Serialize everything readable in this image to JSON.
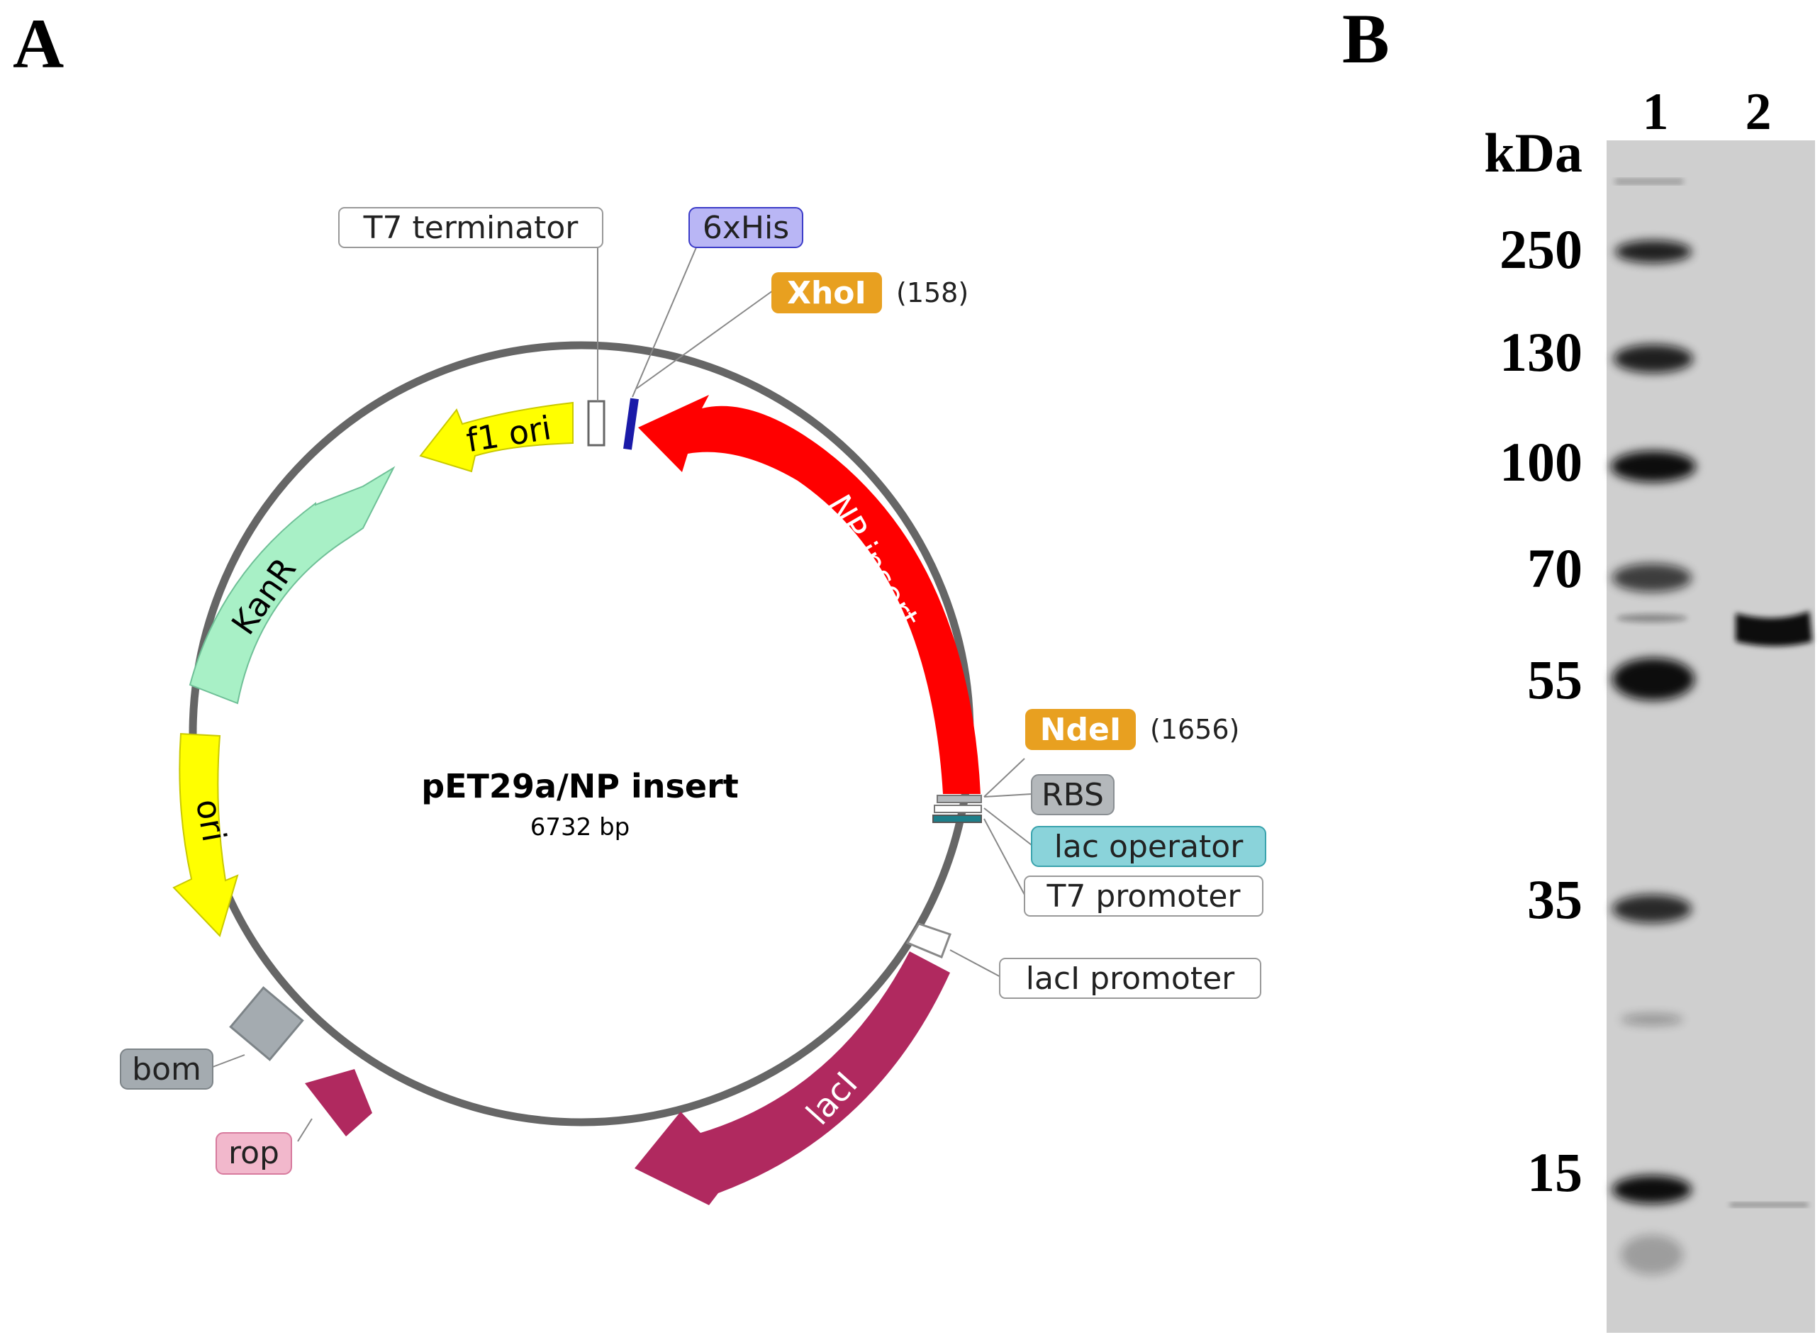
{
  "panels": {
    "a": {
      "letter": "A"
    },
    "b": {
      "letter": "B"
    }
  },
  "plasmid": {
    "name": "pET29a/NP insert",
    "size": "6732 bp",
    "features": [
      {
        "id": "np",
        "label": "NP insert",
        "color": "#ff0000",
        "text_color": "#ffffff"
      },
      {
        "id": "laci",
        "label": "lacI",
        "color": "#b0295f",
        "text_color": "#ffffff"
      },
      {
        "id": "kanr",
        "label": "KanR",
        "color": "#a8f0c6",
        "text_color": "#000000"
      },
      {
        "id": "f1ori",
        "label": "f1 ori",
        "color": "#ffff00",
        "text_color": "#000000"
      },
      {
        "id": "ori",
        "label": "ori",
        "color": "#ffff00",
        "text_color": "#000000"
      },
      {
        "id": "rop",
        "label": "rop",
        "color": "#b0295f",
        "text_color": "#000000"
      },
      {
        "id": "bom",
        "label": "bom",
        "color": "#a4abb0",
        "text_color": "#000000"
      }
    ],
    "callouts": {
      "t7_terminator": "T7 terminator",
      "his": "6xHis",
      "xhoi": "XhoI",
      "xhoi_pos": "(158)",
      "ndei": "NdeI",
      "ndei_pos": "(1656)",
      "rbs": "RBS",
      "lac_operator": "lac operator",
      "t7_promoter": "T7 promoter",
      "laci_promoter": "lacI promoter",
      "bom": "bom",
      "rop": "rop"
    },
    "colors": {
      "backbone": "#666666",
      "enzyme": "#e8a020",
      "his": "#b9b6f5",
      "lac_operator": "#8ad3da",
      "rbs": "#b4b8bb",
      "rop_box": "#f2b8cc"
    }
  },
  "gel": {
    "unit_label": "kDa",
    "lanes": [
      "1",
      "2"
    ],
    "ladder_kda": [
      "250",
      "130",
      "100",
      "70",
      "55",
      "35",
      "15"
    ],
    "sample_band_kda": 62
  }
}
